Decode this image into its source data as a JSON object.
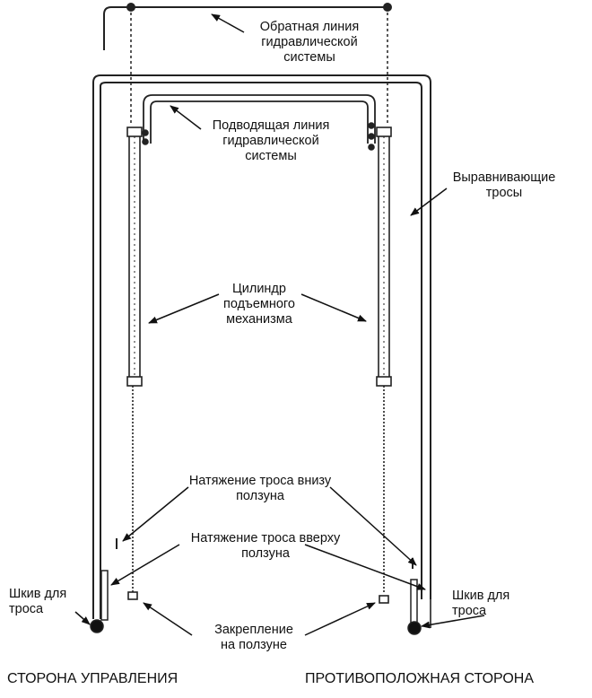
{
  "labels": {
    "return_line": "Обратная линия\nгидравлической\nсистемы",
    "supply_line": "Подводящая линия\nгидравлической\nсистемы",
    "equalizing_cables": "Выравнивающие\nтросы",
    "lift_cylinder": "Цилиндр\nподъемного\nмеханизма",
    "cable_tension_bottom": "Натяжение  троса внизу\nползуна",
    "cable_tension_top": "Натяжение  троса вверху\nползуна",
    "sheave_left": "Шкив для\nтроса",
    "sheave_right": "Шкив для\nтроса",
    "slider_fastening": "Закрепление\nна ползуне"
  },
  "footer": {
    "control_side": "СТОРОНА УПРАВЛЕНИЯ",
    "opposite_side": "ПРОТИВОПОЛОЖНАЯ СТОРОНА"
  }
}
